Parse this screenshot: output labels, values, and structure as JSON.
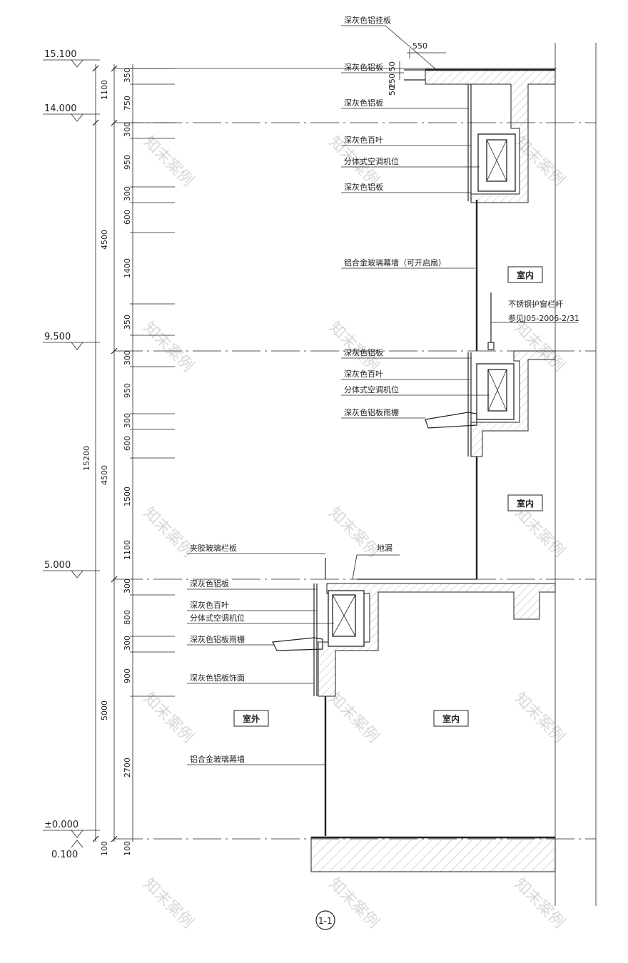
{
  "elevations": [
    "15.100",
    "14.000",
    "9.500",
    "5.000",
    "±0.000",
    "0.100"
  ],
  "outer_dims": [
    "1100",
    "4500",
    "15200",
    "5000",
    "100"
  ],
  "inner_dims": [
    "350",
    "750",
    "300",
    "950",
    "300",
    "600",
    "1400",
    "350",
    "300",
    "950",
    "300",
    "600",
    "1500",
    "1100",
    "300",
    "800",
    "300",
    "900",
    "2700",
    "100"
  ],
  "top_dims": [
    "550",
    "50",
    "250",
    "50"
  ],
  "labels": {
    "slab_edge": "深灰色铝挂板",
    "louver_panel_top": "深灰色铝板",
    "louver_panel_upper": "深灰色铝板",
    "louver_upper": "深灰色百叶",
    "ac_upper": "分体式空调机位",
    "panel_upper_lower": "深灰色铝板",
    "curtain_wall_upper": "铝合金玻璃幕墙（可开启扇）",
    "railing": "不锈钢护窗栏杆",
    "railing_ref": "参见J05-2006-2/31",
    "panel_mid": "深灰色铝板",
    "louver_mid": "深灰色百叶",
    "ac_mid": "分体式空调机位",
    "canopy_mid": "深灰色铝板雨棚",
    "glass_rail": "夹胶玻璃栏板",
    "floor_drain": "地漏",
    "panel_low": "深灰色铝板",
    "louver_low": "深灰色百叶",
    "ac_low": "分体式空调机位",
    "canopy_low": "深灰色铝板雨棚",
    "panel_low2": "深灰色铝板饰面",
    "curtain_wall_low": "铝合金玻璃幕墙"
  },
  "rooms": {
    "indoor_upper": "室内",
    "indoor_mid": "室内",
    "indoor_low": "室内",
    "outdoor": "室外"
  },
  "watermark": "知末案例",
  "section_mark": "1-1"
}
